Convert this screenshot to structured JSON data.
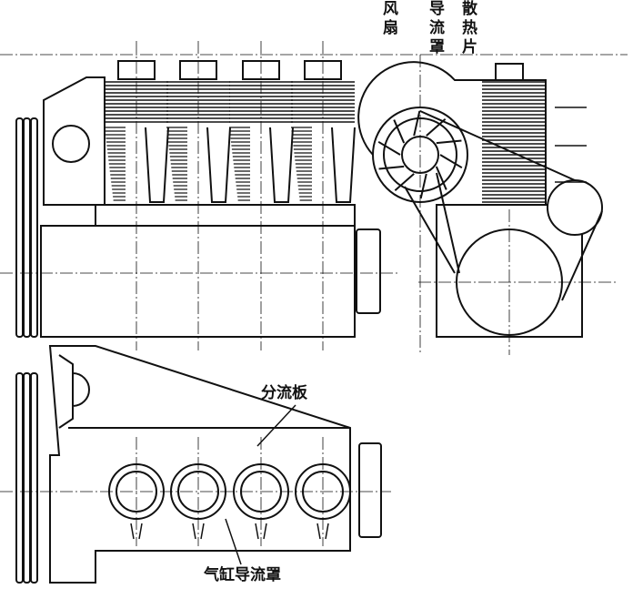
{
  "labels": {
    "fan": "风扇",
    "shroud": "导流罩",
    "fins": "散热片",
    "baffle": "分流板",
    "cylinder_shroud": "气缸导流罩"
  },
  "colors": {
    "ink": "#111111",
    "background": "#ffffff"
  }
}
